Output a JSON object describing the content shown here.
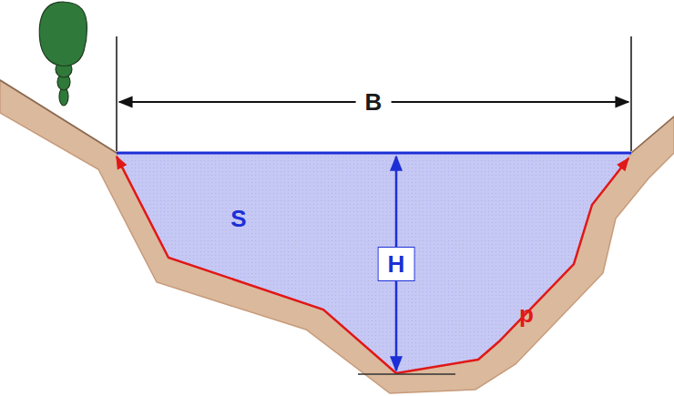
{
  "diagram": {
    "labels": [
      "B",
      "S",
      "H",
      "p"
    ]
  }
}
